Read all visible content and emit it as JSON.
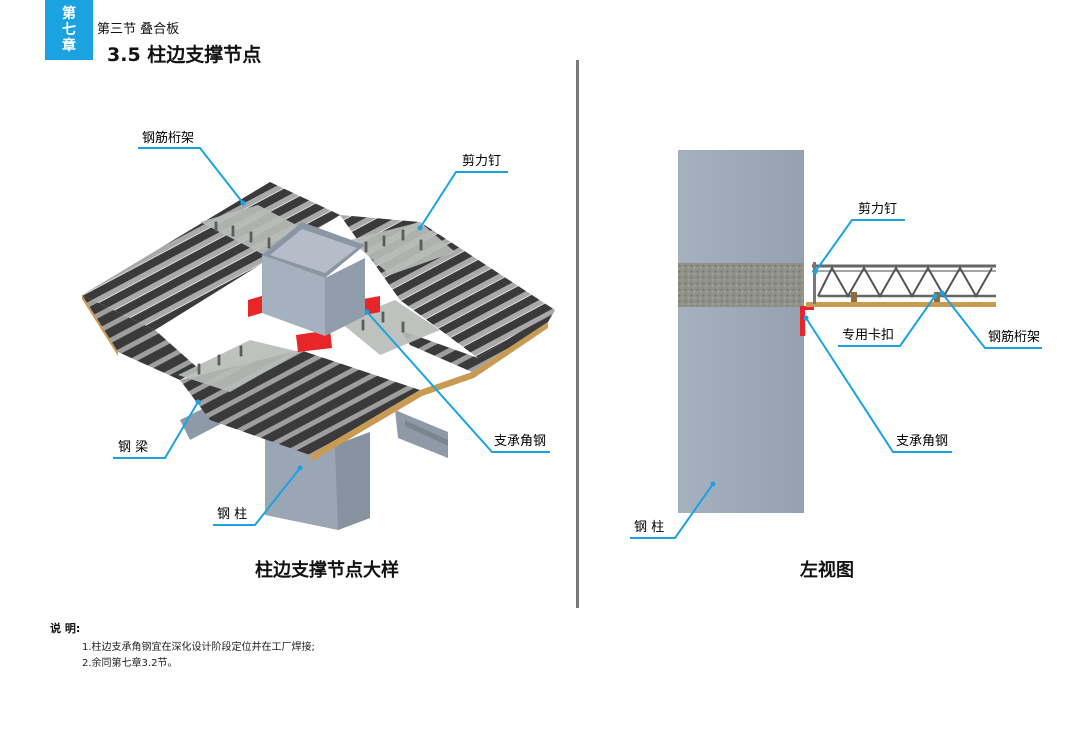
{
  "header": {
    "chapter_tab": [
      "第",
      "七",
      "章"
    ],
    "section": "第三节  叠合板",
    "title": "3.5  柱边支撑节点"
  },
  "left_figure": {
    "caption": "柱边支撑节点大样",
    "labels": {
      "truss": "钢筋桁架",
      "stud": "剪力钉",
      "beam": "钢  梁",
      "angle": "支承角钢",
      "column": "钢  柱"
    }
  },
  "right_figure": {
    "caption": "左视图",
    "labels": {
      "stud": "剪力钉",
      "clip": "专用卡扣",
      "truss": "钢筋桁架",
      "angle": "支承角钢",
      "column": "钢  柱"
    }
  },
  "notes": {
    "title": "说  明:",
    "items": [
      "1.柱边支承角钢宜在深化设计阶段定位并在工厂焊接;",
      "2.余同第七章3.2节。"
    ]
  },
  "colors": {
    "accent": "#1aa3e0",
    "leader": "#1aa3e0",
    "steel": "#a7b3c1",
    "slab": "#3c3c3c",
    "angle_red": "#e8262a",
    "concrete": "#8e8f86"
  }
}
